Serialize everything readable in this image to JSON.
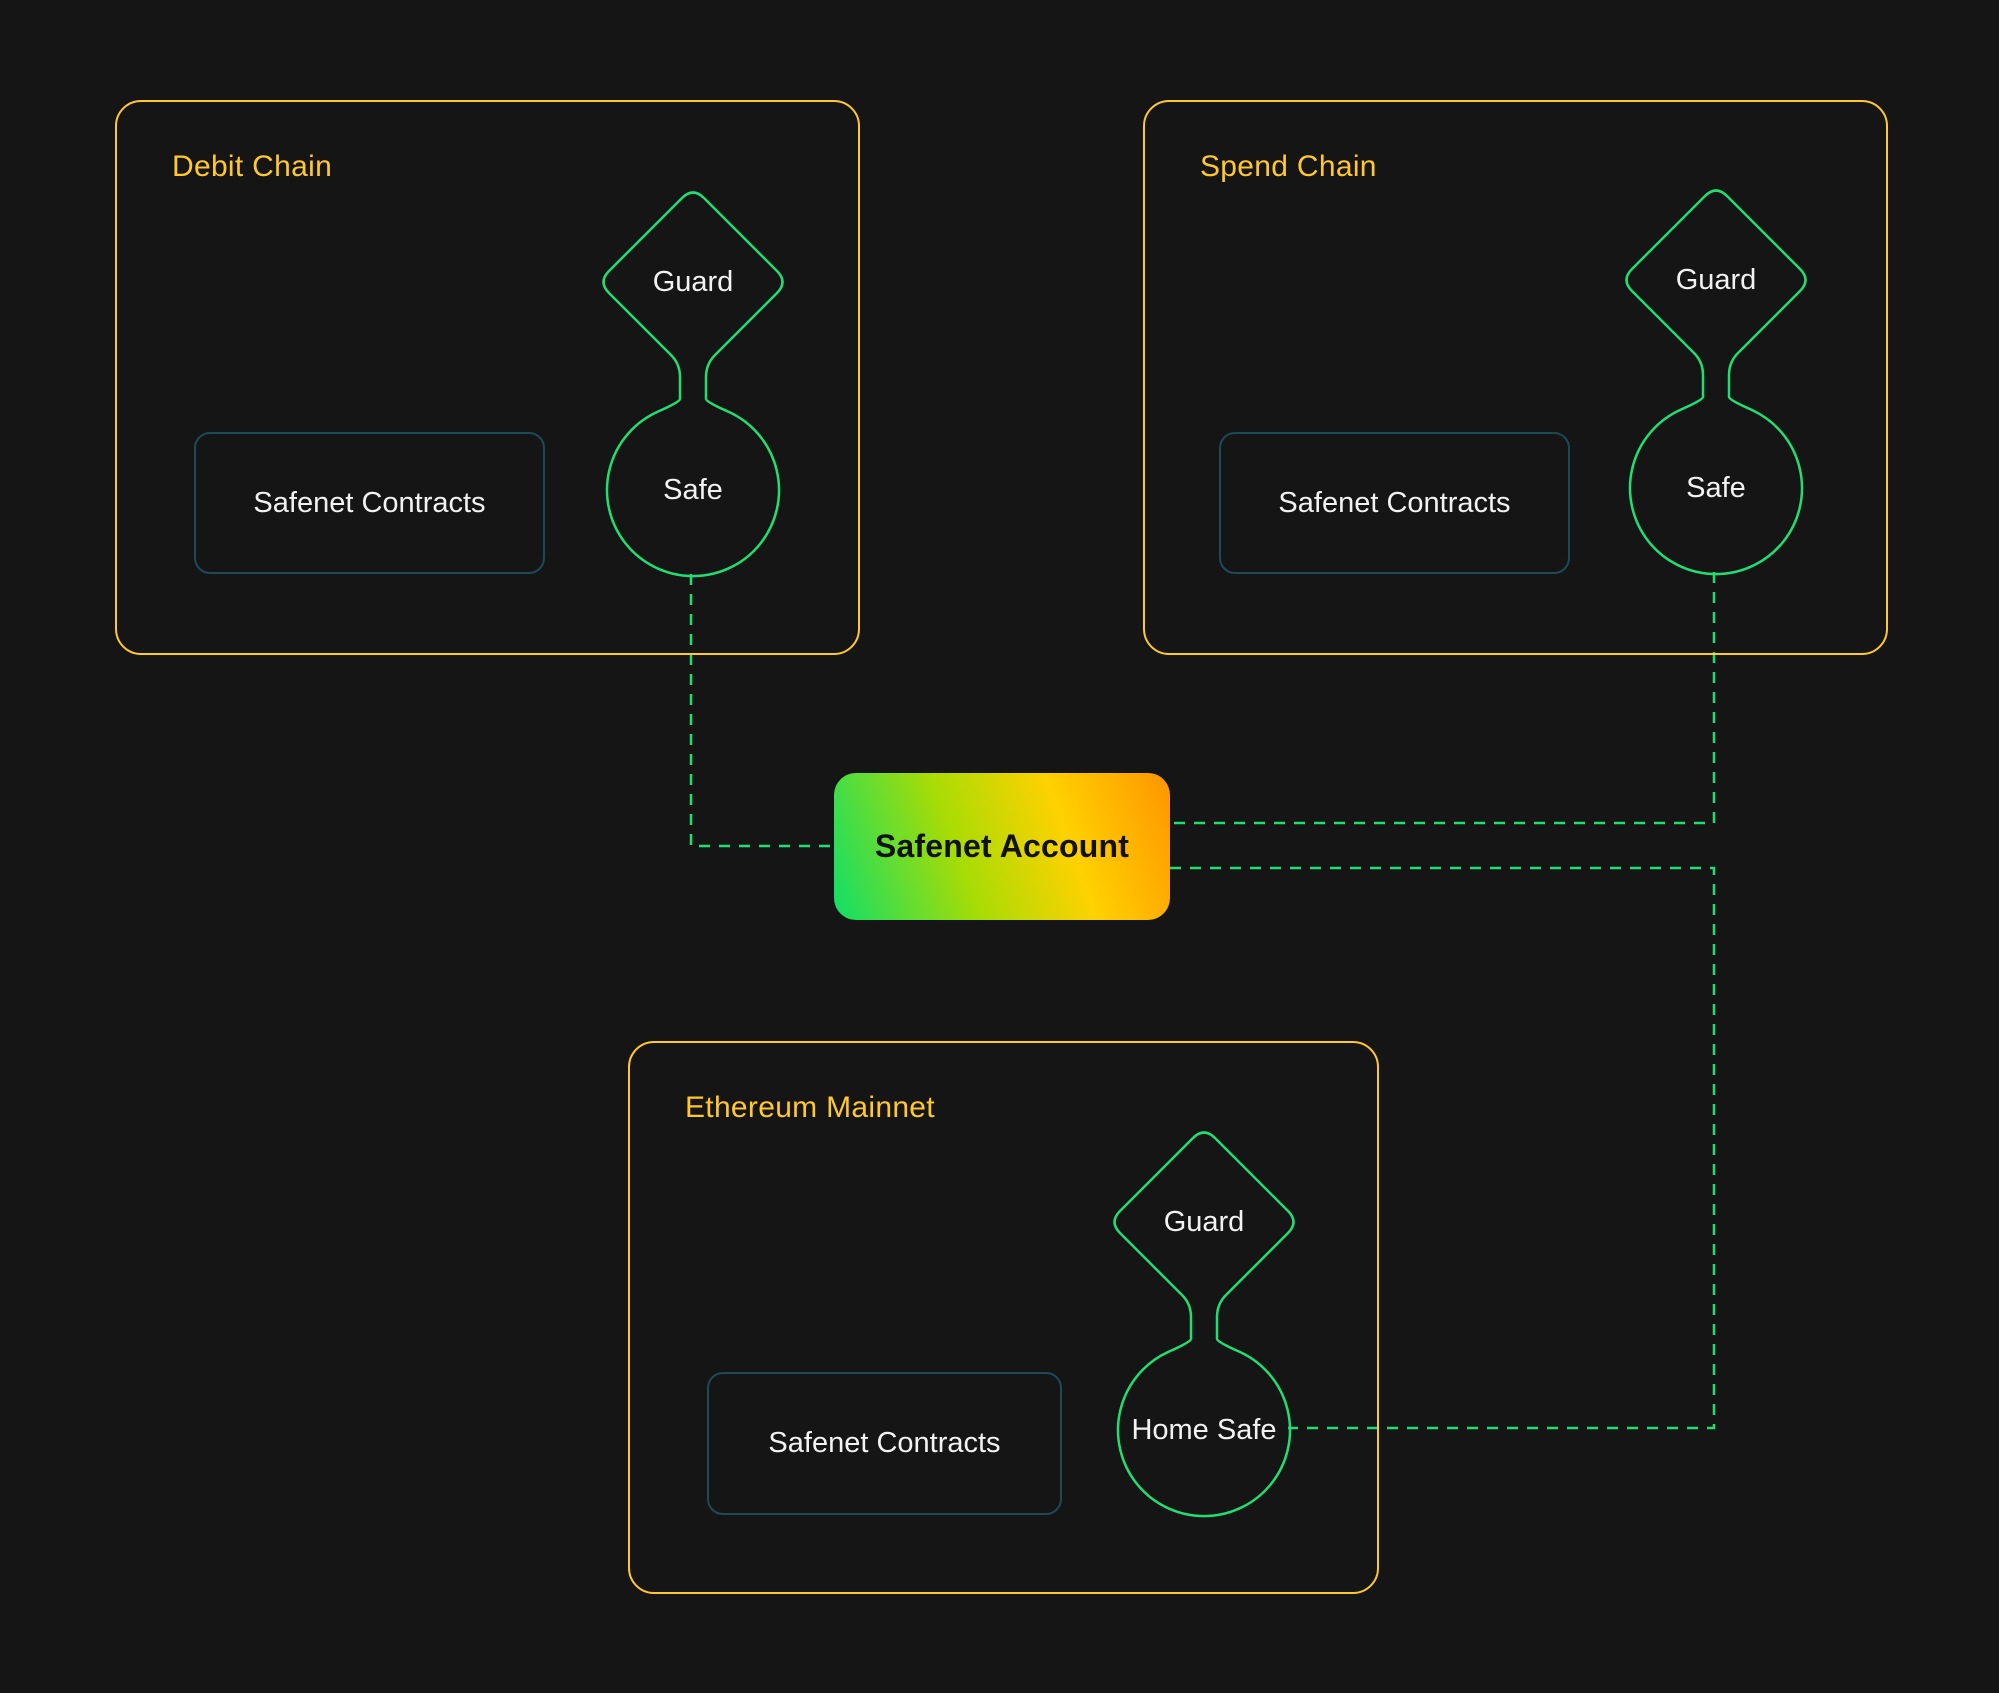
{
  "colors": {
    "background": "#151515",
    "chain_border": "#FFC82E",
    "diagram_green": "#21DE73",
    "contracts_border": "#1C4A57",
    "label_text": "#F2F2F2",
    "account_text": "#111111",
    "account_gradient": [
      "#0FDE69",
      "#A8DC05",
      "#FFD100",
      "#FF9500"
    ]
  },
  "chains": [
    {
      "id": "debit",
      "title": "Debit Chain",
      "contracts_label": "Safenet Contracts",
      "guard_label": "Guard",
      "safe_label": "Safe"
    },
    {
      "id": "spend",
      "title": "Spend Chain",
      "contracts_label": "Safenet Contracts",
      "guard_label": "Guard",
      "safe_label": "Safe"
    },
    {
      "id": "mainnet",
      "title": "Ethereum Mainnet",
      "contracts_label": "Safenet Contracts",
      "guard_label": "Guard",
      "safe_label": "Home Safe"
    }
  ],
  "account": {
    "label": "Safenet Account"
  },
  "connections": [
    {
      "from": "debit-safe",
      "to": "safenet-account",
      "style": "dashed-green"
    },
    {
      "from": "spend-safe",
      "to": "safenet-account",
      "style": "dashed-green"
    },
    {
      "from": "safenet-account",
      "to": "mainnet-home-safe",
      "style": "dashed-green"
    }
  ]
}
